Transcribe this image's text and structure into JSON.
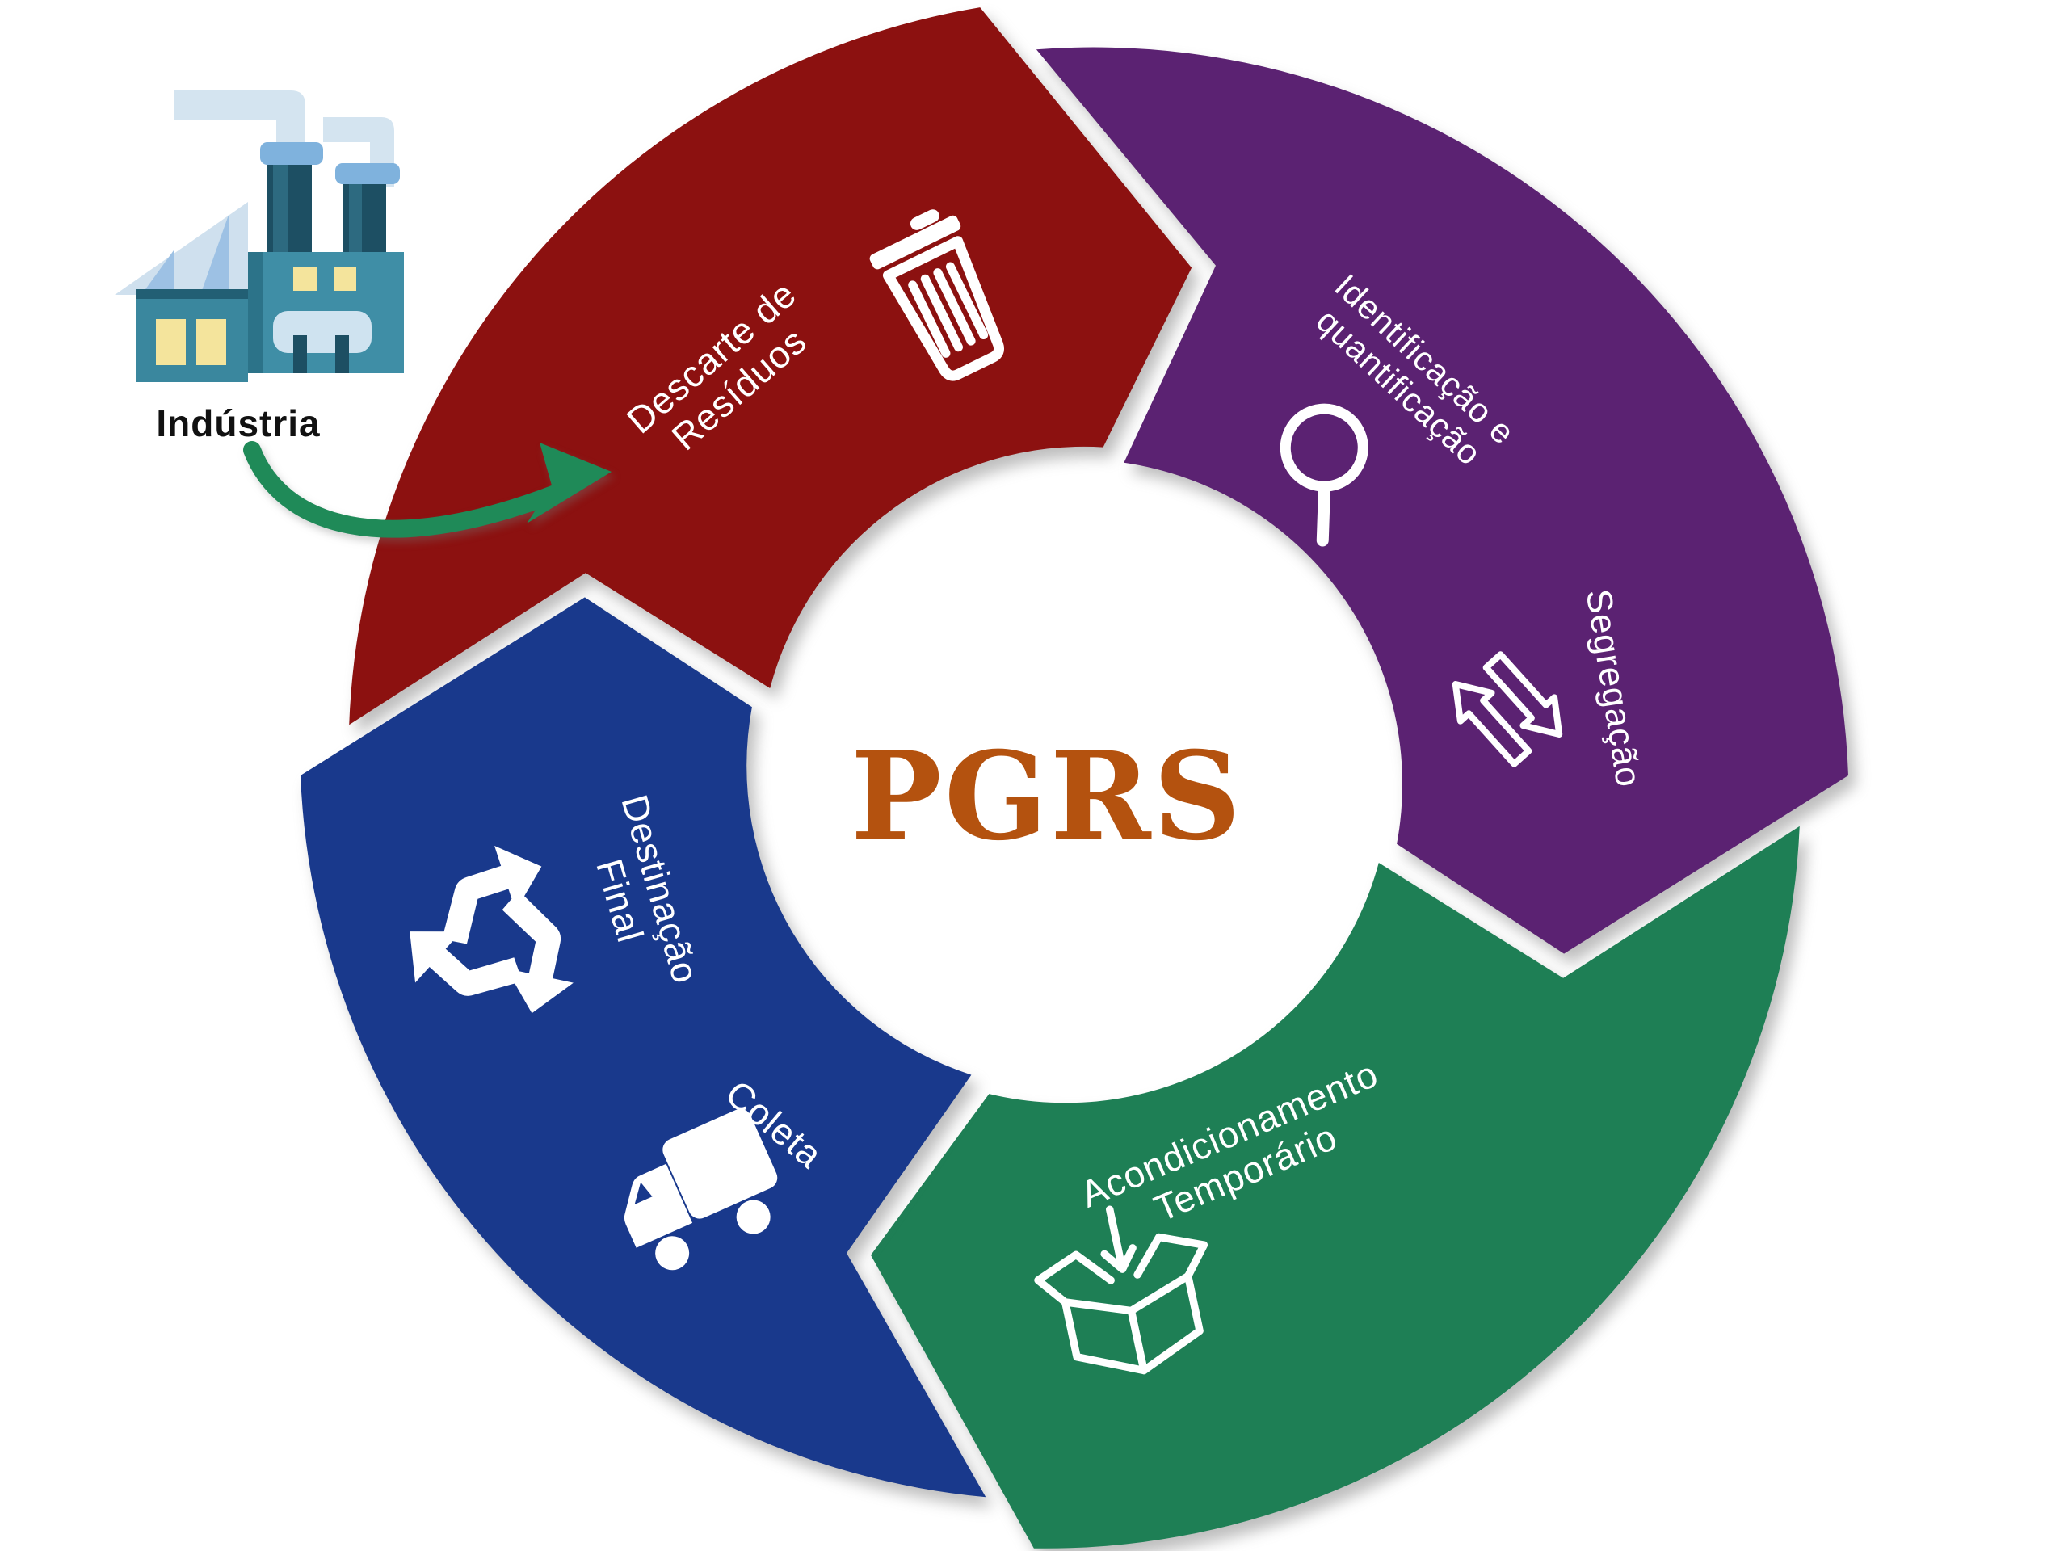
{
  "diagram": {
    "center_title": "PGRS",
    "center_title_color": "#B4520F",
    "flow_direction": "clockwise",
    "industry": {
      "label": "Indústria",
      "icon": "factory-icon",
      "arrow_color": "#1F8A58"
    },
    "segments": [
      {
        "name": "descarte",
        "color": "#8C1110",
        "steps": [
          {
            "lines": [
              "Descarte de",
              "Resíduos"
            ],
            "icon": "trash-icon"
          }
        ]
      },
      {
        "name": "identificacao-segregacao",
        "color": "#5B2272",
        "steps": [
          {
            "lines": [
              "Identificação e",
              "quantificação"
            ],
            "icon": "magnifier-icon"
          },
          {
            "lines": [
              "Segregação"
            ],
            "icon": "segregation-arrows-icon"
          }
        ]
      },
      {
        "name": "acondicionamento",
        "color": "#1E7F55",
        "steps": [
          {
            "lines": [
              "Acondicionamento",
              "Temporário"
            ],
            "icon": "open-box-icon"
          }
        ]
      },
      {
        "name": "destinacao-coleta",
        "color": "#19398C",
        "steps": [
          {
            "lines": [
              "Destinação",
              "Final"
            ],
            "icon": "recycle-icon"
          },
          {
            "lines": [
              "Coleta"
            ],
            "icon": "truck-icon"
          }
        ]
      }
    ]
  }
}
